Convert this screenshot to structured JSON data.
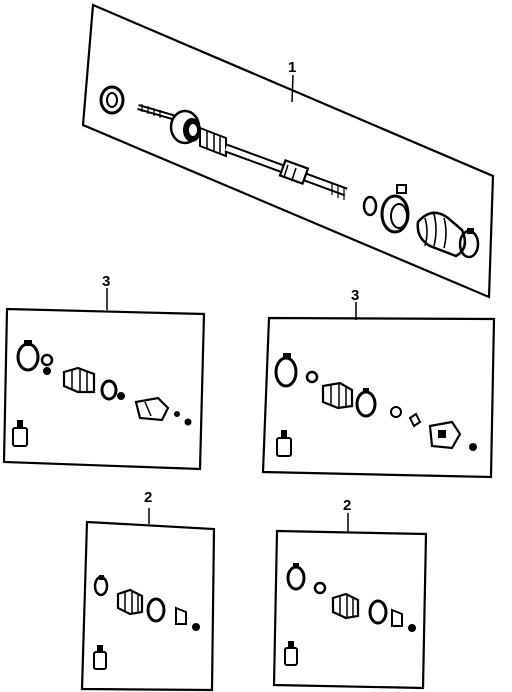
{
  "diagram": {
    "callouts": {
      "main_assembly": "1",
      "inner_kit_left": "3",
      "inner_kit_right": "3",
      "outer_kit_left": "2",
      "outer_kit_right": "2"
    },
    "panels": [
      {
        "id": "axle-assembly",
        "icon": "drive-axle-shaft-icon"
      },
      {
        "id": "inner-joint-kit-left",
        "icon": "cv-joint-kit-icon"
      },
      {
        "id": "inner-joint-kit-right",
        "icon": "cv-joint-kit-icon"
      },
      {
        "id": "outer-joint-kit-left",
        "icon": "cv-joint-kit-icon"
      },
      {
        "id": "outer-joint-kit-right",
        "icon": "cv-joint-kit-icon"
      }
    ],
    "colors": {
      "line": "#000000",
      "background": "#ffffff"
    }
  }
}
